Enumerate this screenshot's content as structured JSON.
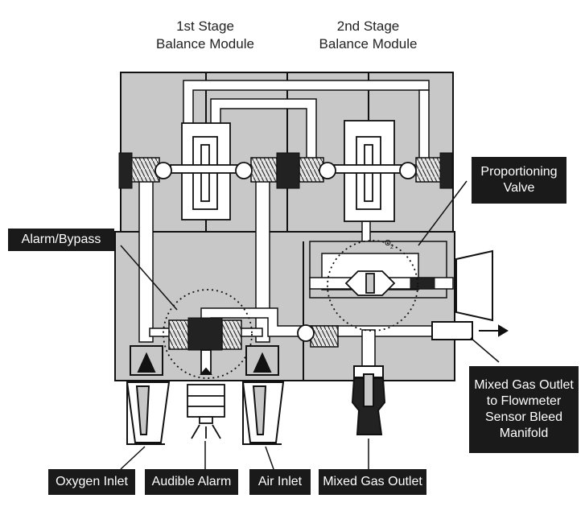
{
  "headers": {
    "stage1": [
      "1st Stage",
      "Balance Module"
    ],
    "stage2": [
      "2nd Stage",
      "Balance Module"
    ]
  },
  "labels": {
    "proportioning_valve": [
      "Proportioning",
      "Valve"
    ],
    "alarm_bypass": "Alarm/Bypass",
    "mixed_gas_outlet_flowmeter": [
      "Mixed Gas Outlet",
      "to Flowmeter",
      "Sensor Bleed",
      "Manifold"
    ],
    "oxygen_inlet": "Oxygen Inlet",
    "audible_alarm": "Audible Alarm",
    "air_inlet": "Air Inlet",
    "mixed_gas_outlet": "Mixed Gas Outlet"
  },
  "o2_marker": [
    "O",
    "2"
  ],
  "colors": {
    "housing": "#c8c8c8",
    "label_bg": "#1a1a1a",
    "label_text": "#ffffff",
    "line": "#111111"
  }
}
